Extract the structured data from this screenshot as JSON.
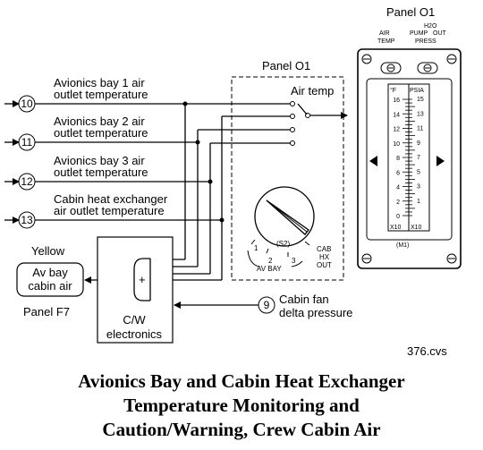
{
  "panel_o1_top": "Panel O1",
  "panel_o1_mid": "Panel O1",
  "panel_f7": "Panel F7",
  "yellow": "Yellow",
  "avbay_line1": "Av bay",
  "avbay_line2": "cabin air",
  "air_temp": "Air temp",
  "cw_line1": "C/W",
  "cw_line2": "electronics",
  "plus": "+",
  "file_id": "376.cvs",
  "signals": [
    {
      "num": "10",
      "line1": "Avionics bay 1 air",
      "line2": "outlet temperature"
    },
    {
      "num": "11",
      "line1": "Avionics bay 2 air",
      "line2": "outlet temperature"
    },
    {
      "num": "12",
      "line1": "Avionics bay 3 air",
      "line2": "outlet temperature"
    },
    {
      "num": "13",
      "line1": "Cabin heat exchanger",
      "line2": "air outlet temperature"
    }
  ],
  "fan": {
    "num": "9",
    "line1": "Cabin fan",
    "line2": "delta pressure"
  },
  "selector": {
    "s2": "(S2)",
    "pos1": "1",
    "pos2": "2",
    "pos3": "3",
    "av_bay": "AV BAY",
    "cab": "CAB",
    "hx": "HX",
    "out": "OUT"
  },
  "gauge": {
    "hdr_air": "AIR",
    "hdr_temp": "TEMP",
    "hdr_h2o": "H2O",
    "hdr_pump": "PUMP",
    "hdr_out": "OUT",
    "hdr_press": "PRESS",
    "unit_f": "°F",
    "unit_psia": "PSIA",
    "x10_left": "X10",
    "x10_right": "X10",
    "m1": "(M1)",
    "left_scale": [
      "16",
      "14",
      "12",
      "10",
      "8",
      "6",
      "4",
      "2",
      "0"
    ],
    "right_scale": [
      "15",
      "13",
      "11",
      "9",
      "7",
      "5",
      "3",
      "1"
    ]
  },
  "caption": {
    "line1": "Avionics Bay and Cabin Heat Exchanger",
    "line2": "Temperature Monitoring and",
    "line3": "Caution/Warning, Crew Cabin Air"
  }
}
